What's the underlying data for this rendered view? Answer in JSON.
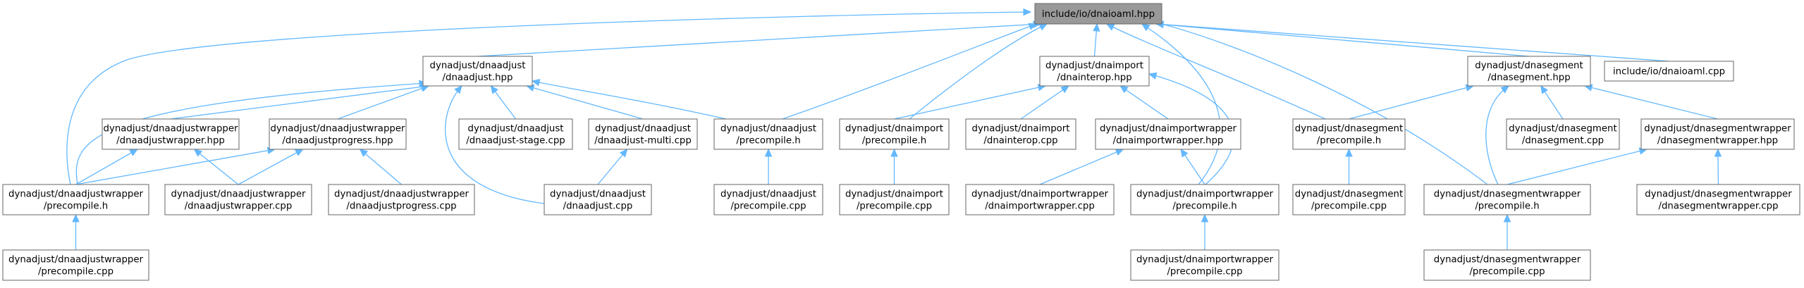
{
  "diagram": {
    "edge_color": "#63b8ff",
    "root_fill": "#999999",
    "node_fill": "#ffffff",
    "nodes": [
      {
        "id": "root",
        "lines": [
          "include/io/dnaioaml.hpp"
        ],
        "root": true
      },
      {
        "id": "adj_hpp",
        "lines": [
          "dynadjust/dnaadjust",
          "/dnaadjust.hpp"
        ]
      },
      {
        "id": "imp_hpp",
        "lines": [
          "dynadjust/dnaimport",
          "/dnainterop.hpp"
        ]
      },
      {
        "id": "seg_hpp",
        "lines": [
          "dynadjust/dnasegment",
          "/dnasegment.hpp"
        ]
      },
      {
        "id": "aml_cpp",
        "lines": [
          "include/io/dnaioaml.cpp"
        ]
      },
      {
        "id": "adjw_hpp",
        "lines": [
          "dynadjust/dnaadjustwrapper",
          "/dnaadjustwrapper.hpp"
        ]
      },
      {
        "id": "adjprog_hpp",
        "lines": [
          "dynadjust/dnaadjustwrapper",
          "/dnaadjustprogress.hpp"
        ]
      },
      {
        "id": "adjstage",
        "lines": [
          "dynadjust/dnaadjust",
          "/dnaadjust-stage.cpp"
        ]
      },
      {
        "id": "adjmulti",
        "lines": [
          "dynadjust/dnaadjust",
          "/dnaadjust-multi.cpp"
        ]
      },
      {
        "id": "adj_pch",
        "lines": [
          "dynadjust/dnaadjust",
          "/precompile.h"
        ]
      },
      {
        "id": "imp_pch",
        "lines": [
          "dynadjust/dnaimport",
          "/precompile.h"
        ]
      },
      {
        "id": "interop_cpp",
        "lines": [
          "dynadjust/dnaimport",
          "/dnainterop.cpp"
        ]
      },
      {
        "id": "impw_hpp",
        "lines": [
          "dynadjust/dnaimportwrapper",
          "/dnaimportwrapper.hpp"
        ]
      },
      {
        "id": "seg_pch",
        "lines": [
          "dynadjust/dnasegment",
          "/precompile.h"
        ]
      },
      {
        "id": "seg_cpp",
        "lines": [
          "dynadjust/dnasegment",
          "/dnasegment.cpp"
        ]
      },
      {
        "id": "segw_hpp",
        "lines": [
          "dynadjust/dnasegmentwrapper",
          "/dnasegmentwrapper.hpp"
        ]
      },
      {
        "id": "adjw_pch",
        "lines": [
          "dynadjust/dnaadjustwrapper",
          "/precompile.h"
        ]
      },
      {
        "id": "adjw_cpp",
        "lines": [
          "dynadjust/dnaadjustwrapper",
          "/dnaadjustwrapper.cpp"
        ]
      },
      {
        "id": "adjprog_cpp",
        "lines": [
          "dynadjust/dnaadjustwrapper",
          "/dnaadjustprogress.cpp"
        ]
      },
      {
        "id": "adj_cpp",
        "lines": [
          "dynadjust/dnaadjust",
          "/dnaadjust.cpp"
        ]
      },
      {
        "id": "adj_pcpp",
        "lines": [
          "dynadjust/dnaadjust",
          "/precompile.cpp"
        ]
      },
      {
        "id": "imp_pcpp",
        "lines": [
          "dynadjust/dnaimport",
          "/precompile.cpp"
        ]
      },
      {
        "id": "impw_cpp",
        "lines": [
          "dynadjust/dnaimportwrapper",
          "/dnaimportwrapper.cpp"
        ]
      },
      {
        "id": "impw_pch",
        "lines": [
          "dynadjust/dnaimportwrapper",
          "/precompile.h"
        ]
      },
      {
        "id": "seg_pcpp",
        "lines": [
          "dynadjust/dnasegment",
          "/precompile.cpp"
        ]
      },
      {
        "id": "segw_pch",
        "lines": [
          "dynadjust/dnasegmentwrapper",
          "/precompile.h"
        ]
      },
      {
        "id": "segw_cpp",
        "lines": [
          "dynadjust/dnasegmentwrapper",
          "/dnasegmentwrapper.cpp"
        ]
      },
      {
        "id": "adjw_pcpp",
        "lines": [
          "dynadjust/dnaadjustwrapper",
          "/precompile.cpp"
        ]
      },
      {
        "id": "impw_pcpp",
        "lines": [
          "dynadjust/dnaimportwrapper",
          "/precompile.cpp"
        ]
      },
      {
        "id": "segw_pcpp",
        "lines": [
          "dynadjust/dnasegmentwrapper",
          "/precompile.cpp"
        ]
      }
    ],
    "edges": [
      [
        "adj_hpp",
        "root"
      ],
      [
        "imp_hpp",
        "root"
      ],
      [
        "seg_hpp",
        "root"
      ],
      [
        "aml_cpp",
        "root"
      ],
      [
        "adjw_pch",
        "root"
      ],
      [
        "adj_pch",
        "root"
      ],
      [
        "imp_pch",
        "root"
      ],
      [
        "seg_pch",
        "root"
      ],
      [
        "impw_pch",
        "root"
      ],
      [
        "segw_pch",
        "root"
      ],
      [
        "adjw_hpp",
        "adj_hpp"
      ],
      [
        "adjprog_hpp",
        "adj_hpp"
      ],
      [
        "adjstage",
        "adj_hpp"
      ],
      [
        "adjmulti",
        "adj_hpp"
      ],
      [
        "adj_pch",
        "adj_hpp"
      ],
      [
        "adj_cpp",
        "adj_hpp"
      ],
      [
        "adjw_pch",
        "adj_hpp"
      ],
      [
        "imp_pch",
        "imp_hpp"
      ],
      [
        "interop_cpp",
        "imp_hpp"
      ],
      [
        "impw_hpp",
        "imp_hpp"
      ],
      [
        "impw_pch",
        "imp_hpp"
      ],
      [
        "seg_pch",
        "seg_hpp"
      ],
      [
        "seg_cpp",
        "seg_hpp"
      ],
      [
        "segw_hpp",
        "seg_hpp"
      ],
      [
        "segw_pch",
        "seg_hpp"
      ],
      [
        "adjw_pch",
        "adjw_hpp"
      ],
      [
        "adjw_cpp",
        "adjw_hpp"
      ],
      [
        "adjw_pch",
        "adjprog_hpp"
      ],
      [
        "adjw_cpp",
        "adjprog_hpp"
      ],
      [
        "adjprog_cpp",
        "adjprog_hpp"
      ],
      [
        "adj_cpp",
        "adjmulti"
      ],
      [
        "adj_pcpp",
        "adj_pch"
      ],
      [
        "imp_pcpp",
        "imp_pch"
      ],
      [
        "impw_cpp",
        "impw_hpp"
      ],
      [
        "impw_pch",
        "impw_hpp"
      ],
      [
        "seg_pcpp",
        "seg_pch"
      ],
      [
        "segw_pch",
        "segw_hpp"
      ],
      [
        "segw_cpp",
        "segw_hpp"
      ],
      [
        "adjw_pcpp",
        "adjw_pch"
      ],
      [
        "impw_pcpp",
        "impw_pch"
      ],
      [
        "segw_pcpp",
        "segw_pch"
      ]
    ]
  }
}
